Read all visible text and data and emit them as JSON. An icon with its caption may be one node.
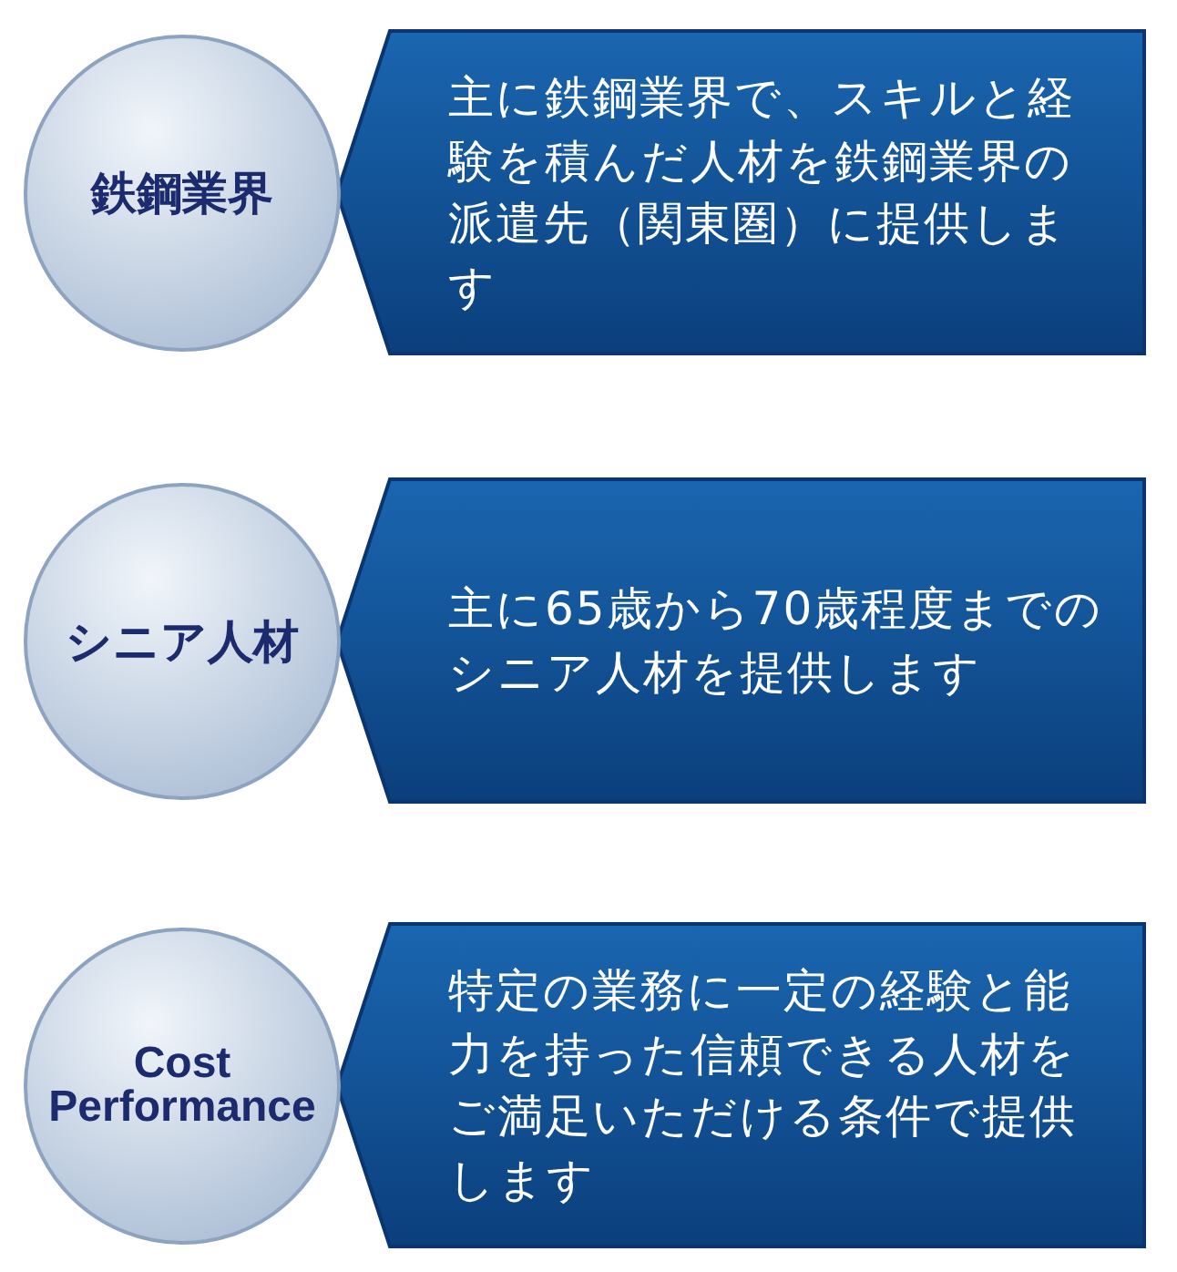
{
  "diagram": {
    "nodes": [
      {
        "text": [
          "鉄鋼業界"
        ]
      },
      {
        "text": [
          "主に鉄鋼業界で、スキルと経験を積んだ人材を鉄鋼業界の派遣先（関東圏）に提供します"
        ]
      },
      {
        "text": [
          "シニア人材"
        ]
      },
      {
        "text": [
          "主に65歳から70歳程度までのシニア人材を提供します"
        ]
      },
      {
        "text": [
          "Cost Performance"
        ]
      },
      {
        "text": [
          "特定の業務に一定の経験と能力を持った信頼できる人材をご満足いただける条件で提供します"
        ]
      }
    ]
  }
}
